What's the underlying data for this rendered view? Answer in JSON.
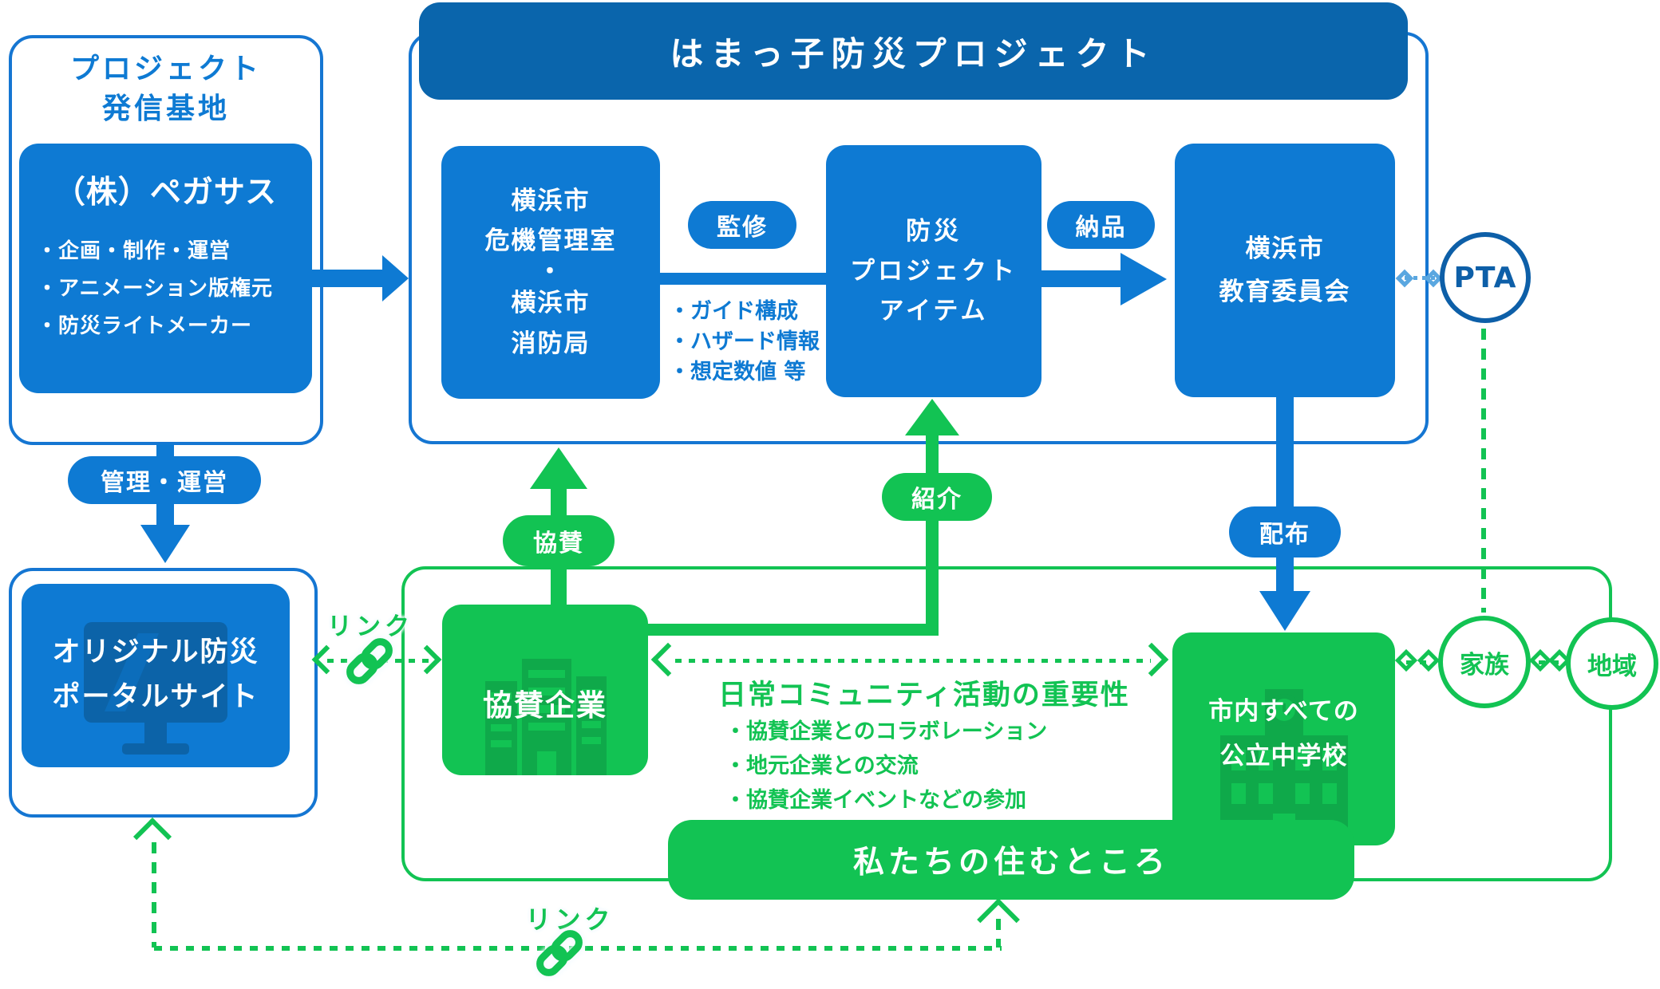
{
  "palette": {
    "blue": "#0e7ad3",
    "dark_blue": "#0a65ac",
    "border_blue": "#1576d2",
    "pta_blue": "#0d5fa8",
    "dotted_blue": "#5aa7e0",
    "green": "#12c353",
    "dark_green": "#0fa94a",
    "monitor_blue": "#0c63a8"
  },
  "left_column": {
    "base_title_line1": "プロジェクト",
    "base_title_line2": "発信基地",
    "pegasus": {
      "title": "（株）ペガサス",
      "bullets": [
        "・企画・制作・運営",
        "・アニメーション版権元",
        "・防災ライトメーカー"
      ]
    },
    "manage_badge": "管理・運営",
    "portal": {
      "line1": "オリジナル防災",
      "line2": "ポータルサイト",
      "icon": "monitor-icon"
    }
  },
  "hamakko": {
    "header": "はまっ子防災プロジェクト",
    "kiki_box": {
      "lines": [
        "横浜市",
        "危機管理室",
        "・",
        "横浜市",
        "消防局"
      ]
    },
    "kanshu_badge": "監修",
    "kanshu_notes": [
      "・ガイド構成",
      "・ハザード情報",
      "・想定数値 等"
    ],
    "item_box": {
      "lines": [
        "防災",
        "プロジェクト",
        "アイテム"
      ]
    },
    "nohin_badge": "納品",
    "edu_box": {
      "lines": [
        "横浜市",
        "教育委員会"
      ]
    },
    "pta_label": "PTA"
  },
  "flows": {
    "kyosan_badge": "協賛",
    "shokai_badge": "紹介",
    "haifu_badge": "配布",
    "link_top_label": "リンク",
    "link_bottom_label": "リンク",
    "link_icon": "chain-link-icon"
  },
  "community": {
    "sponsor_box": {
      "label": "協賛企業",
      "icon": "office-building-icon"
    },
    "heading": "日常コミュニティ活動の重要性",
    "bullets": [
      "・協賛企業とのコラボレーション",
      "・地元企業との交流",
      "・協賛企業イベントなどの参加"
    ],
    "school_box": {
      "line1": "市内すべての",
      "line2": "公立中学校",
      "icon": "school-building-icon"
    },
    "family_label": "家族",
    "region_label": "地域",
    "home_bar": "私たちの住むところ"
  }
}
